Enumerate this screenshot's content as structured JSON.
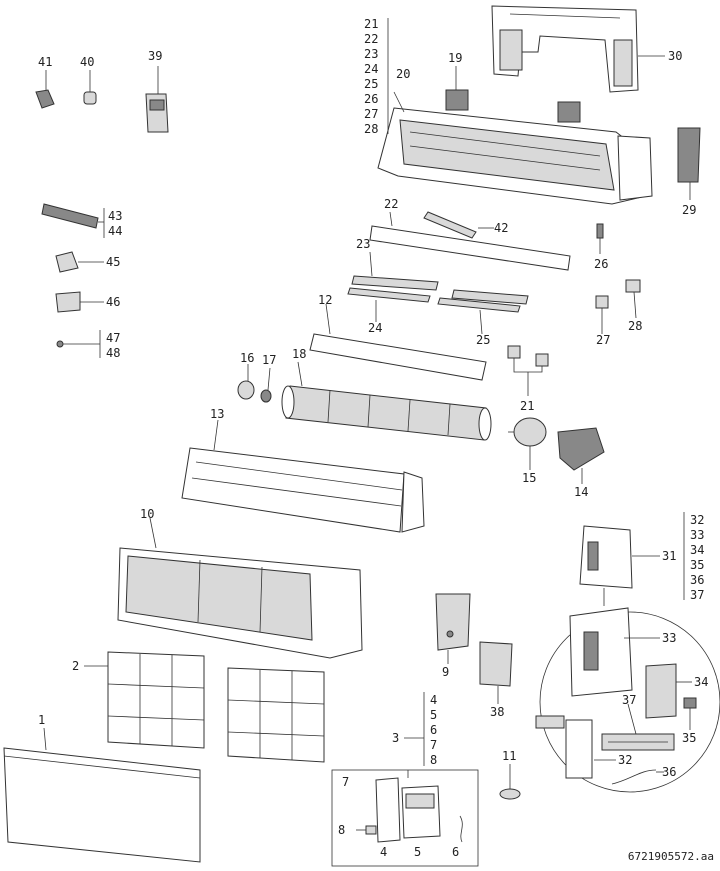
{
  "labels": {
    "l1": "1",
    "l2": "2",
    "l3": "3",
    "l4": "4",
    "l5": "5",
    "l6": "6",
    "l7": "7",
    "l8": "8",
    "l9": "9",
    "l10": "10",
    "l11": "11",
    "l12": "12",
    "l13": "13",
    "l14": "14",
    "l15": "15",
    "l16": "16",
    "l17": "17",
    "l18": "18",
    "l19": "19",
    "l20": "20",
    "l21": "21",
    "l22": "22",
    "l23": "23",
    "l24": "24",
    "l25": "25",
    "l26": "26",
    "l27": "27",
    "l28": "28",
    "l29": "29",
    "l30": "30",
    "l31": "31",
    "l32": "32",
    "l33": "33",
    "l34": "34",
    "l35": "35",
    "l36": "36",
    "l37": "37",
    "l38": "38",
    "l39": "39",
    "l40": "40",
    "l41": "41",
    "l42": "42",
    "l43": "43",
    "l44": "44",
    "l45": "45",
    "l46": "46",
    "l47": "47",
    "l48": "48"
  },
  "groups": {
    "g20": [
      "21",
      "22",
      "23",
      "24",
      "25",
      "26",
      "27",
      "28"
    ],
    "g31": [
      "32",
      "33",
      "34",
      "35",
      "36",
      "37"
    ],
    "g3": [
      "4",
      "5",
      "6",
      "7",
      "8"
    ],
    "g43": [
      "43",
      "44"
    ],
    "g47": [
      "47",
      "48"
    ]
  },
  "footer": "6721905572.aa"
}
